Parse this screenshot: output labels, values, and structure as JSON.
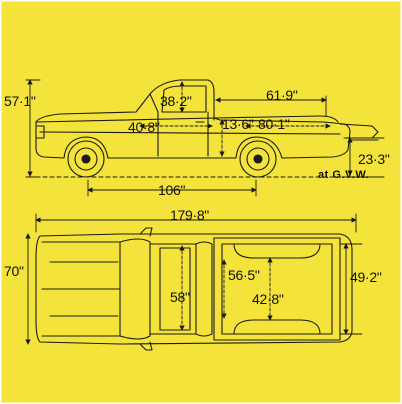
{
  "colors": {
    "background": "#f3e33a",
    "line": "#1b1b1b",
    "frame": "#ffffff"
  },
  "dimensions": {
    "overall_height": "57·1\"",
    "headroom": "38·2\"",
    "tray_length": "61·9\"",
    "cabin_length": "40·8\"",
    "tray_side_height": "13·6\"",
    "tray_floor_length": "80·1\"",
    "tray_floor_height": "23·3\"",
    "gvw_note": "at G.V.W.",
    "wheelbase": "106\"",
    "overall_length": "179·8\"",
    "overall_width": "70\"",
    "cabin_width": "58\"",
    "tray_floor_width": "56·5\"",
    "tray_between_wheels": "42·8\"",
    "tray_width": "49·2\""
  }
}
